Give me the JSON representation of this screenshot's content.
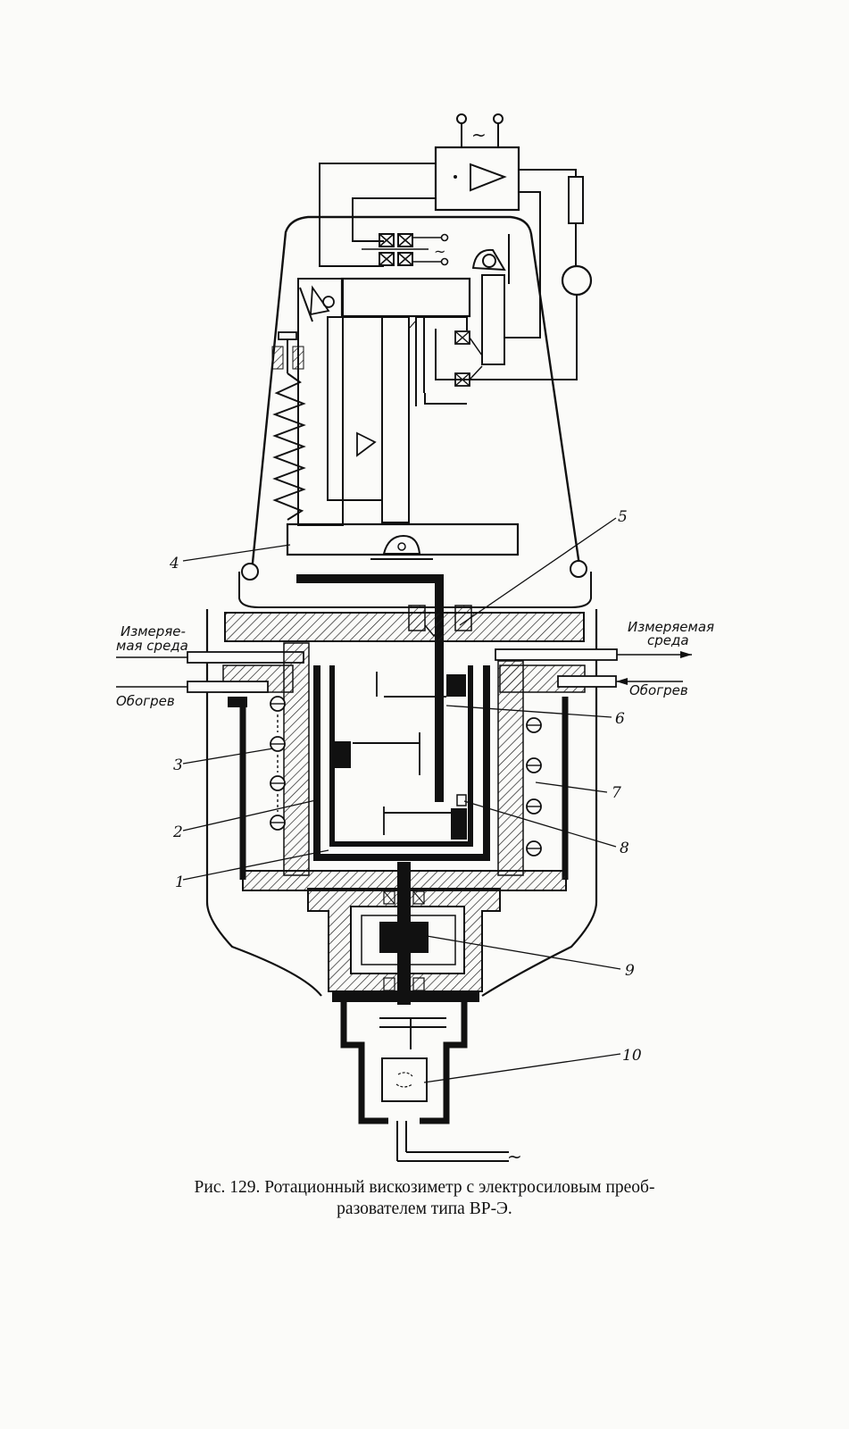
{
  "figure": {
    "caption_line1": "Рис. 129. Ротационный вискозиметр с электросиловым преоб-",
    "caption_line2": "разователем типа ВР-Э."
  },
  "labels": {
    "l1": "1",
    "l2": "2",
    "l3": "3",
    "l4": "4",
    "l5": "5",
    "l6": "6",
    "l7": "7",
    "l8": "8",
    "l9": "9",
    "l10": "10"
  },
  "side_labels": {
    "left_medium_line1": "Измеряе-",
    "left_medium_line2": "мая среда",
    "left_heating": "Обогрев",
    "right_medium_line1": "Измеряемая",
    "right_medium_line2": "среда",
    "right_heating": "Обогрев"
  },
  "symbols": {
    "ac_top": "~",
    "ac_mid": "~",
    "ac_bottom": "~"
  }
}
